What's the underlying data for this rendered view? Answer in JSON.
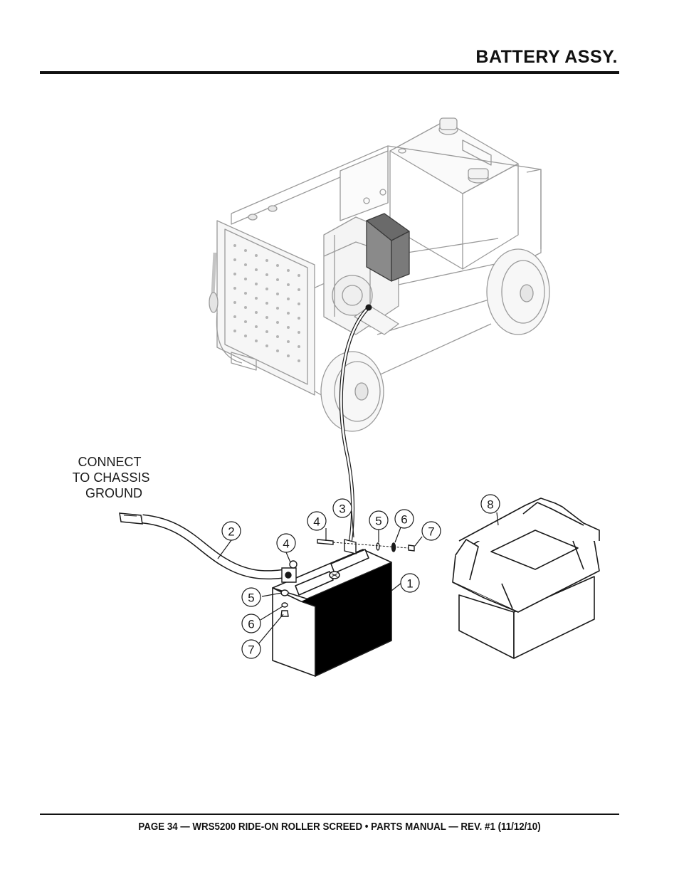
{
  "header": {
    "title": "BATTERY ASSY."
  },
  "figure": {
    "note_lines": [
      "CONNECT",
      "TO CHASSIS",
      "GROUND"
    ],
    "callouts": {
      "c1": "1",
      "c2": "2",
      "c3": "3",
      "c4a": "4",
      "c4b": "4",
      "c5a": "5",
      "c5b": "5",
      "c6a": "6",
      "c6b": "6",
      "c7a": "7",
      "c7b": "7",
      "c8": "8"
    }
  },
  "footer": {
    "text": "PAGE 34 — WRS5200 RIDE-ON ROLLER SCREED • PARTS MANUAL — REV. #1 (11/12/10)"
  }
}
